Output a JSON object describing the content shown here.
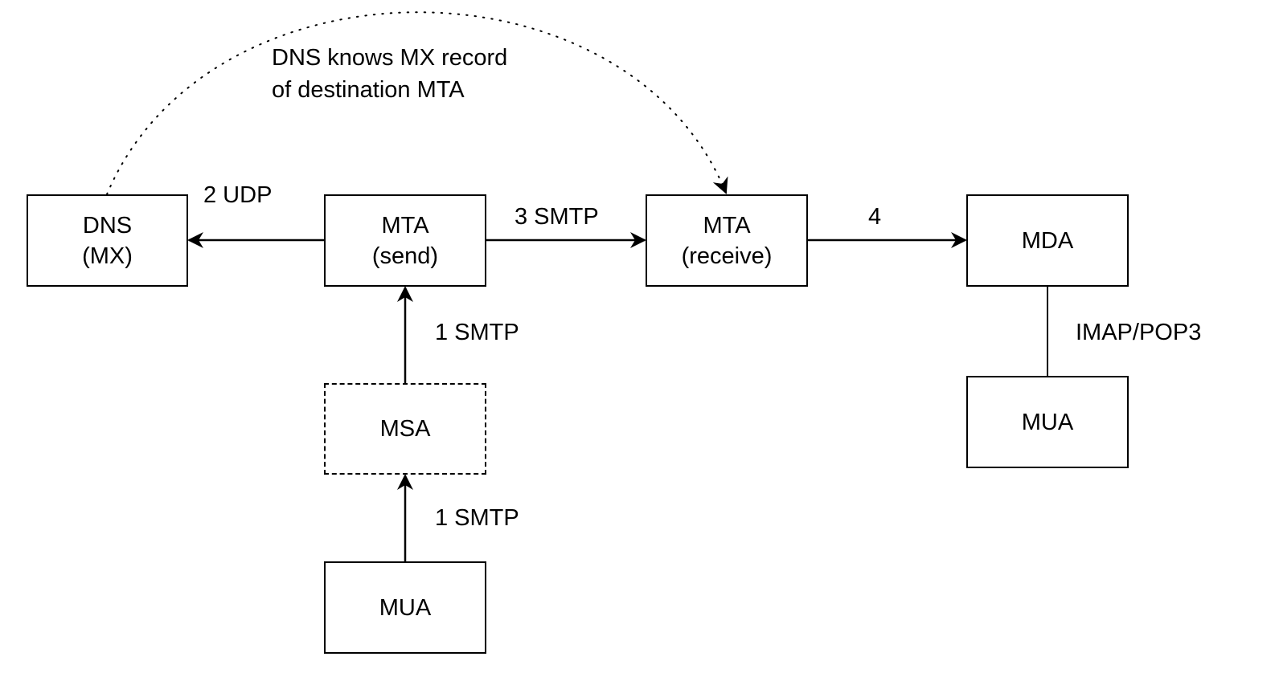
{
  "diagram": {
    "nodes": {
      "dns": {
        "line1": "DNS",
        "line2": "(MX)"
      },
      "mta_send": {
        "line1": "MTA",
        "line2": "(send)"
      },
      "mta_receive": {
        "line1": "MTA",
        "line2": "(receive)"
      },
      "mda": {
        "line1": "MDA"
      },
      "msa": {
        "line1": "MSA",
        "style": "dashed"
      },
      "mua_sender": {
        "line1": "MUA"
      },
      "mua_recipient": {
        "line1": "MUA"
      }
    },
    "edges": [
      {
        "id": "mua-to-msa",
        "from": "mua_sender",
        "to": "msa",
        "label": "1 SMTP",
        "style": "solid",
        "arrow": true
      },
      {
        "id": "msa-to-mta-send",
        "from": "msa",
        "to": "mta_send",
        "label": "1 SMTP",
        "style": "solid",
        "arrow": true
      },
      {
        "id": "mta-send-to-dns",
        "from": "mta_send",
        "to": "dns",
        "label": "2 UDP",
        "style": "solid",
        "arrow": true
      },
      {
        "id": "mta-send-to-mta-receive",
        "from": "mta_send",
        "to": "mta_receive",
        "label": "3 SMTP",
        "style": "solid",
        "arrow": true
      },
      {
        "id": "mta-receive-to-mda",
        "from": "mta_receive",
        "to": "mda",
        "label": "4",
        "style": "solid",
        "arrow": true
      },
      {
        "id": "mda-to-mua",
        "from": "mda",
        "to": "mua_recipient",
        "label": "IMAP/POP3",
        "style": "solid",
        "arrow": false
      },
      {
        "id": "dns-to-mta-receive",
        "from": "dns",
        "to": "mta_receive",
        "label": "DNS knows MX record of destination MTA",
        "style": "dotted",
        "arrow": true
      }
    ],
    "annotation": {
      "line1": "DNS knows MX record",
      "line2": "of destination MTA"
    },
    "colors": {
      "stroke": "#000000",
      "background": "#ffffff"
    }
  }
}
